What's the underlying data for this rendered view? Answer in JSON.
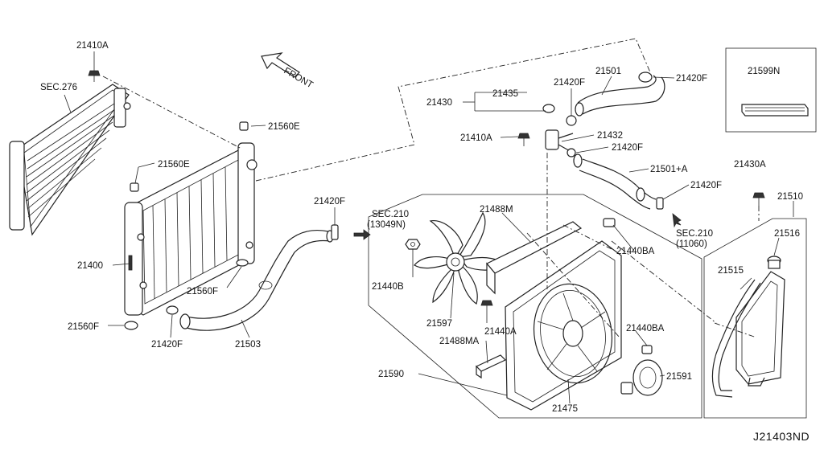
{
  "diagram_id": "J21403ND",
  "front_label": "FRONT",
  "callouts": {
    "p21410A_top": "21410A",
    "sec276": "SEC.276",
    "p21560E_right": "21560E",
    "p21560E_left": "21560E",
    "p21400": "21400",
    "p21560F_right": "21560F",
    "p21560F_left": "21560F",
    "p21420F_bottom": "21420F",
    "p21503": "21503",
    "p21420F_mid": "21420F",
    "sec210a": "SEC.210",
    "sec210a_ref": "(13049N)",
    "p21430": "21430",
    "p21435": "21435",
    "p21420F_upper": "21420F",
    "p21501": "21501",
    "p21420F_top": "21420F",
    "p21410A_mid": "21410A",
    "p21432": "21432",
    "p21420F_right": "21420F",
    "p21501A": "21501+A",
    "p21420F_far": "21420F",
    "sec210b": "SEC.210",
    "sec210b_ref": "(11060)",
    "p21488M": "21488M",
    "p21440BA_top": "21440BA",
    "p21440B": "21440B",
    "p21597": "21597",
    "p21440A": "21440A",
    "p21488MA": "21488MA",
    "p21440BA_low": "21440BA",
    "p21590": "21590",
    "p21591": "21591",
    "p21475": "21475",
    "p21430A": "21430A",
    "p21510": "21510",
    "p21516": "21516",
    "p21515": "21515",
    "p21599N": "21599N"
  }
}
